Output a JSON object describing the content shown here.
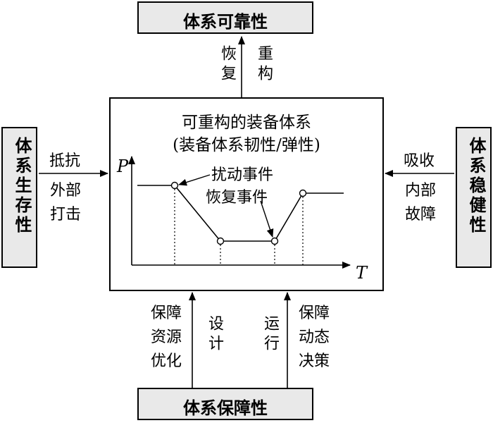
{
  "boxes": {
    "top": "体系可靠性",
    "left": "体系生存性",
    "right": "体系稳健性",
    "bottom": "体系保障性"
  },
  "center": {
    "title_line1": "可重构的装备体系",
    "title_line2": "(装备体系韧性/弹性)"
  },
  "arrows": {
    "top_left": "恢复",
    "top_right": "重构",
    "left_upper": "抵抗",
    "left_lower": [
      "外部",
      "打击"
    ],
    "right_upper": "吸收",
    "right_lower": [
      "内部",
      "故障"
    ],
    "bottom_col1": [
      "保障",
      "资源",
      "优化"
    ],
    "bottom_col2": "设计",
    "bottom_col3": "运行",
    "bottom_col4": [
      "保障",
      "动态",
      "决策"
    ]
  },
  "graph": {
    "y_axis": "P",
    "x_axis": "T",
    "disturbance_event": "扰动事件",
    "recovery_event": "恢复事件"
  }
}
